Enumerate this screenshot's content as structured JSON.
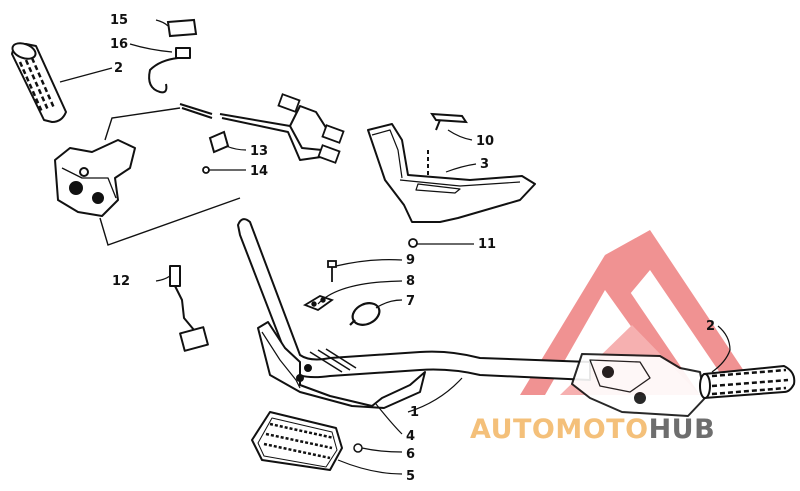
{
  "callouts": [
    "1",
    "2",
    "2",
    "3",
    "4",
    "5",
    "6",
    "7",
    "8",
    "9",
    "10",
    "11",
    "12",
    "13",
    "14",
    "15",
    "16"
  ],
  "watermark": {
    "part1": "AUTOMOTO",
    "part2": "HUB",
    "color_orange": "#f4c07a",
    "color_gray": "#6e6e6e",
    "logo_color": "#ee7f7f"
  },
  "colors": {
    "line": "#111111",
    "fill": "#ffffff"
  }
}
